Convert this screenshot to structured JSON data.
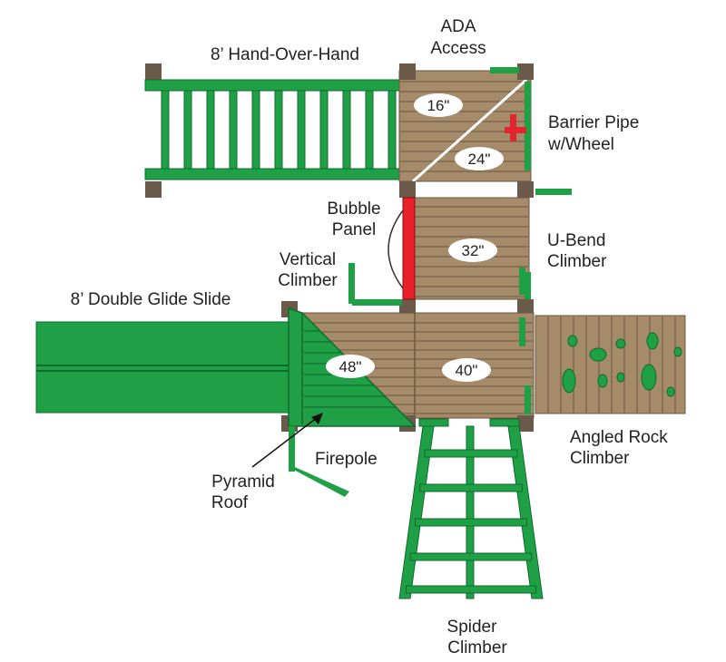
{
  "colors": {
    "wood": "#a68b6b",
    "wood_line": "#6b5640",
    "post": "#6b5a4a",
    "green": "#1fa046",
    "green_dark": "#0f6b2c",
    "barrier_red": "#e0262c",
    "bubble_red": "#e8202a",
    "white": "#ffffff"
  },
  "labels": {
    "hand_over_hand": "8’ Hand-Over-Hand",
    "ada_line1": "ADA",
    "ada_line2": "Access",
    "barrier_line1": "Barrier Pipe",
    "barrier_line2": "w/Wheel",
    "bubble_line1": "Bubble",
    "bubble_line2": "Panel",
    "ubend_line1": "U-Bend",
    "ubend_line2": "Climber",
    "vertical_line1": "Vertical",
    "vertical_line2": "Climber",
    "slide": "8’ Double Glide Slide",
    "rock_line1": "Angled Rock",
    "rock_line2": "Climber",
    "firepole": "Firepole",
    "pyramid_line1": "Pyramid",
    "pyramid_line2": "Roof",
    "spider_line1": "Spider",
    "spider_line2": "Climber"
  },
  "deck_heights": {
    "ada_upper": "16\"",
    "ada_lower": "24\"",
    "ubend_deck": "32\"",
    "roof_deck": "48\"",
    "main_deck": "40\""
  }
}
